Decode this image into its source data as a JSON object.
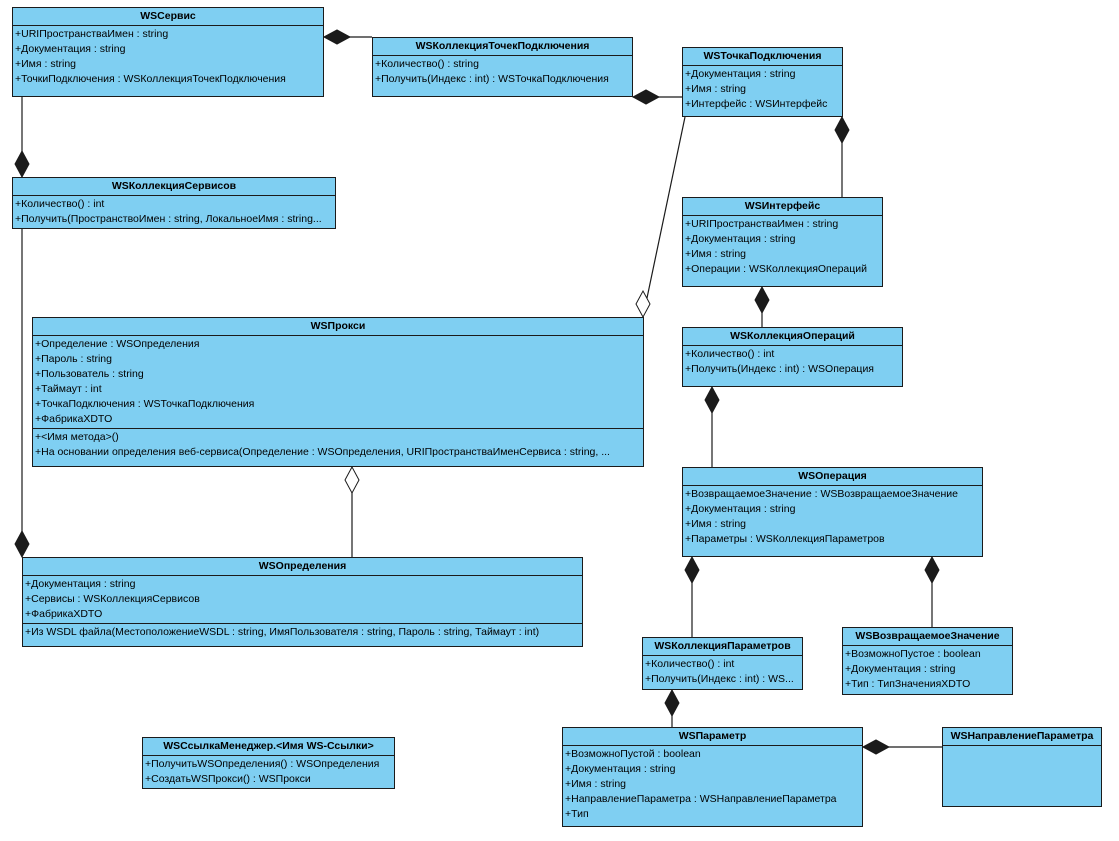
{
  "classes": [
    {
      "id": "ws-service",
      "name": "WSСервис",
      "attrs": [
        "+URIПространстваИмен : string",
        "+Документация : string",
        "+Имя : string",
        "+ТочкиПодключения : WSКоллекцияТочекПодключения"
      ],
      "ops": []
    },
    {
      "id": "ws-endpoints-collection",
      "name": "WSКоллекцияТочекПодключения",
      "attrs": [
        "+Количество() : string",
        "+Получить(Индекс : int) : WSТочкаПодключения"
      ],
      "ops": []
    },
    {
      "id": "ws-endpoint",
      "name": "WSТочкаПодключения",
      "attrs": [
        "+Документация : string",
        "+Имя : string",
        "+Интерфейс : WSИнтерфейс"
      ],
      "ops": []
    },
    {
      "id": "ws-services-collection",
      "name": "WSКоллекцияСервисов",
      "attrs": [
        "+Количество() : int",
        "+Получить(ПространствоИмен : string, ЛокальноеИмя : string..."
      ],
      "ops": []
    },
    {
      "id": "ws-interface",
      "name": "WSИнтерфейс",
      "attrs": [
        "+URIПространстваИмен : string",
        "+Документация : string",
        "+Имя : string",
        "+Операции : WSКоллекцияОпераций"
      ],
      "ops": []
    },
    {
      "id": "ws-proxy",
      "name": "WSПрокси",
      "attrs": [
        "+Определение : WSОпределения",
        "+Пароль : string",
        "+Пользователь : string",
        "+Таймаут : int",
        "+ТочкаПодключения : WSТочкаПодключения",
        "+ФабрикаXDTO"
      ],
      "ops": [
        "+<Имя метода>()",
        "+На основании определения веб-сервиса(Определение : WSОпределения, URIПространстваИменСервиса : string, ..."
      ]
    },
    {
      "id": "ws-operations-collection",
      "name": "WSКоллекцияОпераций",
      "attrs": [
        "+Количество() : int",
        "+Получить(Индекс : int) : WSОперация"
      ],
      "ops": []
    },
    {
      "id": "ws-operation",
      "name": "WSОперация",
      "attrs": [
        "+ВозвращаемоеЗначение : WSВозвращаемоеЗначение",
        "+Документация : string",
        "+Имя : string",
        "+Параметры : WSКоллекцияПараметров"
      ],
      "ops": []
    },
    {
      "id": "ws-definitions",
      "name": "WSОпределения",
      "attrs": [
        "+Документация : string",
        "+Сервисы : WSКоллекцияСервисов",
        "+ФабрикаXDTO"
      ],
      "ops": [
        "+Из WSDL файла(МестоположениеWSDL : string, ИмяПользователя : string, Пароль : string, Таймаут : int)"
      ]
    },
    {
      "id": "ws-params-collection",
      "name": "WSКоллекцияПараметров",
      "attrs": [
        "+Количество() : int",
        "+Получить(Индекс : int) : WS..."
      ],
      "ops": []
    },
    {
      "id": "ws-return-value",
      "name": "WSВозвращаемоеЗначение",
      "attrs": [
        "+ВозможноПустое : boolean",
        "+Документация : string",
        "+Тип : ТипЗначенияXDTO"
      ],
      "ops": []
    },
    {
      "id": "ws-ref-manager",
      "name": "WSСсылкаМенеджер.<Имя WS-Ссылки>",
      "attrs": [
        "+ПолучитьWSОпределения() : WSОпределения",
        "+СоздатьWSПрокси() : WSПрокси"
      ],
      "ops": []
    },
    {
      "id": "ws-parameter",
      "name": "WSПараметр",
      "attrs": [
        "+ВозможноПустой : boolean",
        "+Документация : string",
        "+Имя : string",
        "+НаправлениеПараметра : WSНаправлениеПараметра",
        "+Тип"
      ],
      "ops": []
    },
    {
      "id": "ws-param-direction",
      "name": "WSНаправлениеПараметра",
      "attrs": [],
      "ops": []
    }
  ],
  "colors": {
    "class_fill": "#7fcff2",
    "border": "#1b1b1b",
    "line": "#1b1b1b"
  }
}
